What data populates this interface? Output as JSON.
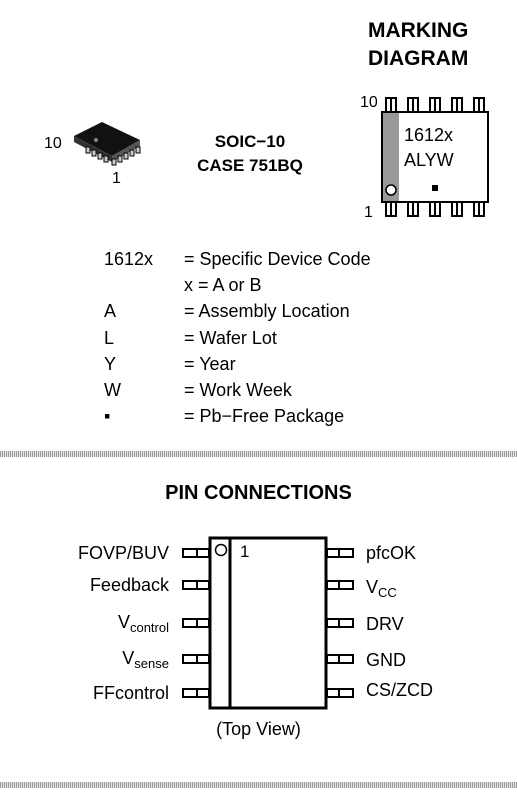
{
  "marking": {
    "title_line1": "MARKING",
    "title_line2": "DIAGRAM",
    "package_line1": "SOIC−10",
    "package_line2": "CASE 751BQ",
    "pkg_pin_top": "10",
    "pkg_pin_bottom": "1",
    "chip_pin_top": "10",
    "chip_pin_bottom": "1",
    "chip_line1": "1612x",
    "chip_line2": "ALYW"
  },
  "legend": [
    {
      "code": "1612x",
      "desc": "= Specific Device Code"
    },
    {
      "code": "",
      "desc": "x = A or B"
    },
    {
      "code": "A",
      "desc": "= Assembly Location"
    },
    {
      "code": "L",
      "desc": "= Wafer Lot"
    },
    {
      "code": "Y",
      "desc": "= Year"
    },
    {
      "code": "W",
      "desc": "= Work Week"
    },
    {
      "code": "▪",
      "desc": "= Pb−Free Package"
    }
  ],
  "pins": {
    "title": "PIN CONNECTIONS",
    "pin1_label": "1",
    "left": [
      {
        "main": "FOVP/BUV",
        "sub": ""
      },
      {
        "main": "Feedback",
        "sub": ""
      },
      {
        "main": "V",
        "sub": "control"
      },
      {
        "main": "V",
        "sub": "sense"
      },
      {
        "main": "FFcontrol",
        "sub": ""
      }
    ],
    "right": [
      {
        "main": "pfcOK",
        "sub": ""
      },
      {
        "main": "V",
        "sub": "CC"
      },
      {
        "main": "DRV",
        "sub": ""
      },
      {
        "main": "GND",
        "sub": ""
      },
      {
        "main": "CS/ZCD",
        "sub": ""
      }
    ],
    "caption": "(Top View)"
  }
}
